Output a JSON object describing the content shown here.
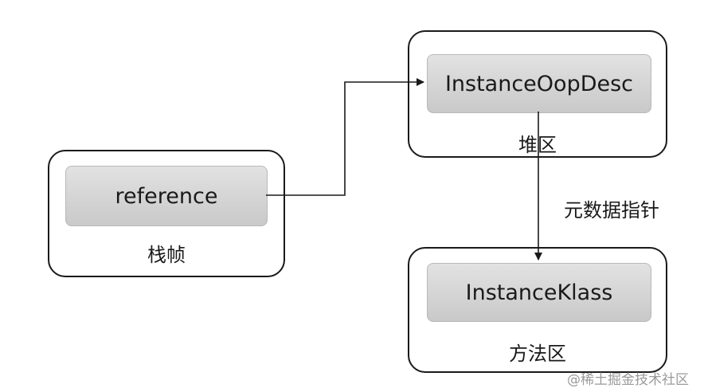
{
  "diagram": {
    "stack_frame": {
      "node": "reference",
      "label": "栈帧"
    },
    "heap": {
      "node": "InstanceOopDesc",
      "label": "堆区"
    },
    "method_area": {
      "node": "InstanceKlass",
      "label": "方法区"
    },
    "edges": {
      "metadata_pointer": "元数据指针"
    }
  },
  "watermark": "@稀土掘金技术社区",
  "colors": {
    "border": "#1a1a1a",
    "node_fill": "#d4d4d4",
    "background": "#ffffff"
  }
}
